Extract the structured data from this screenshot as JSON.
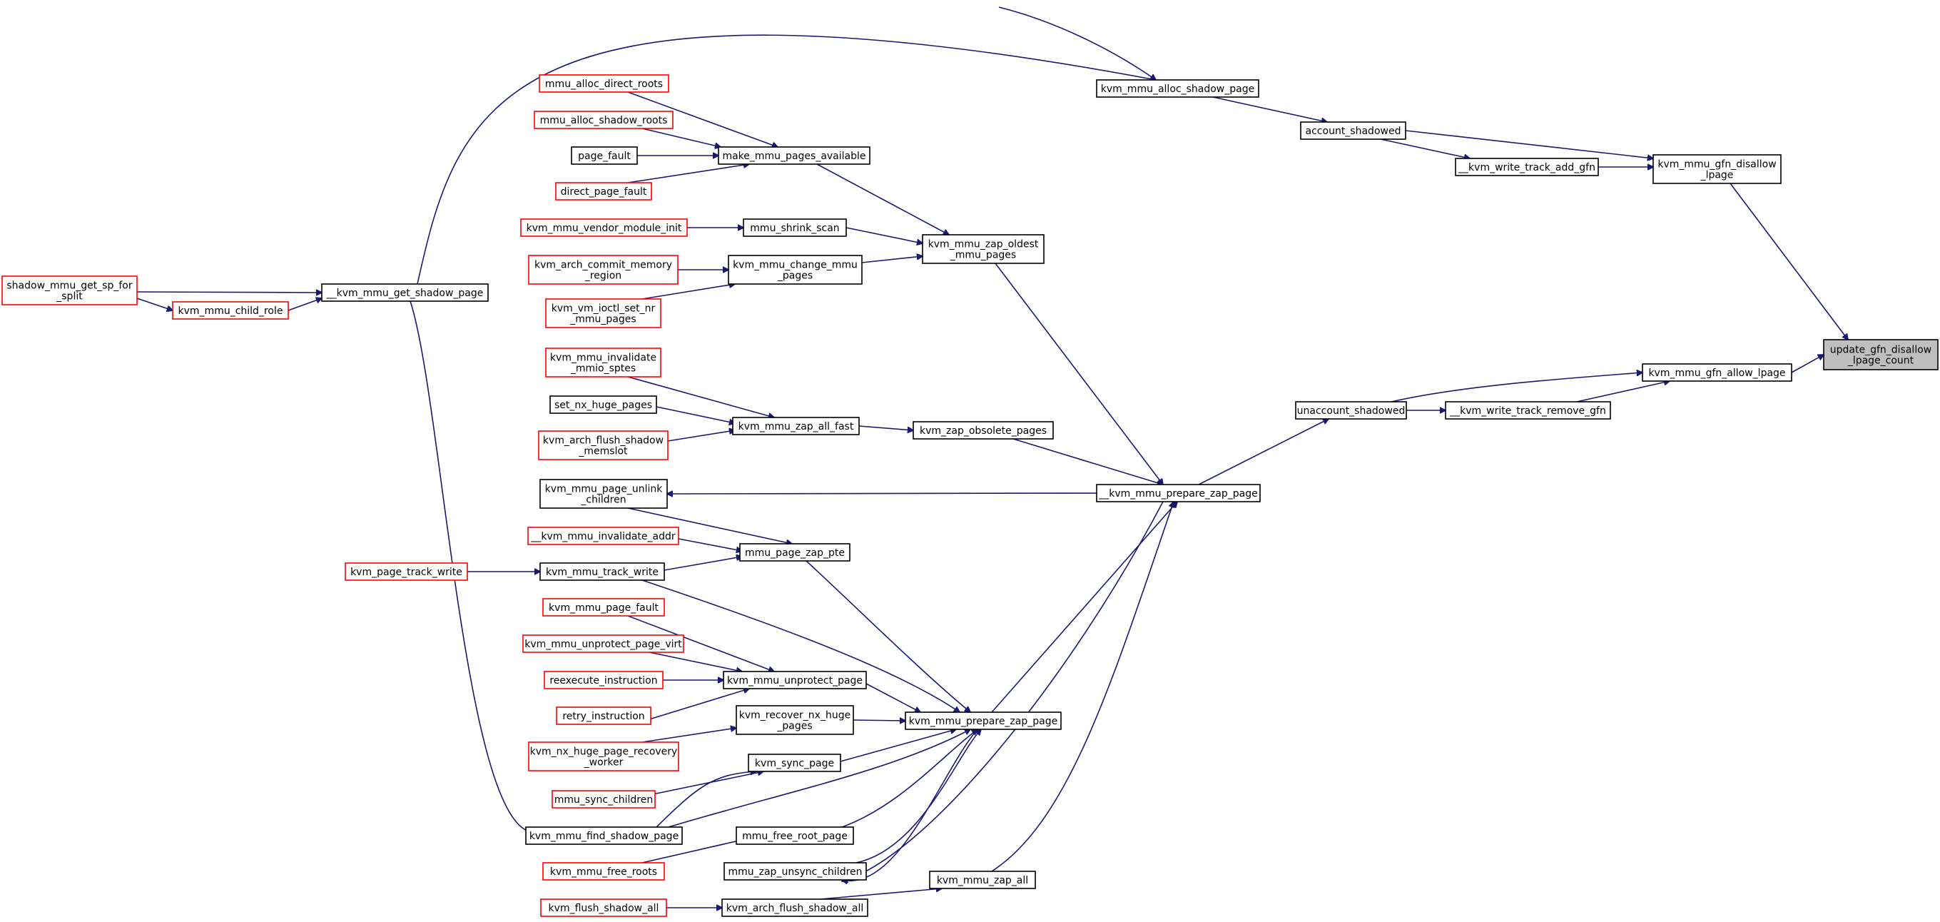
{
  "graph": {
    "kind": "caller graph",
    "colors": {
      "edge": "#191970",
      "truncated_border": "#ff0000",
      "normal_border": "#000000",
      "current_fill": "#bfbfbf"
    },
    "nodes": [
      {
        "id": "update_gfn",
        "lines": [
          "update_gfn_disallow",
          "_lpage_count"
        ],
        "style": "current"
      },
      {
        "id": "disallow_lpage",
        "lines": [
          "kvm_mmu_gfn_disallow",
          "_lpage"
        ],
        "style": "normal"
      },
      {
        "id": "allow_lpage",
        "lines": [
          "kvm_mmu_gfn_allow_lpage"
        ],
        "style": "normal"
      },
      {
        "id": "account_shadowed",
        "lines": [
          "account_shadowed"
        ],
        "style": "normal"
      },
      {
        "id": "write_track_add",
        "lines": [
          "__kvm_write_track_add_gfn"
        ],
        "style": "normal"
      },
      {
        "id": "unaccount_shadowed",
        "lines": [
          "unaccount_shadowed"
        ],
        "style": "normal"
      },
      {
        "id": "write_track_remove",
        "lines": [
          "__kvm_write_track_remove_gfn"
        ],
        "style": "normal"
      },
      {
        "id": "alloc_shadow_page",
        "lines": [
          "kvm_mmu_alloc_shadow_page"
        ],
        "style": "normal"
      },
      {
        "id": "prepare_zap_page_u",
        "lines": [
          "__kvm_mmu_prepare_zap_page"
        ],
        "style": "normal"
      },
      {
        "id": "get_shadow_page_u",
        "lines": [
          "__kvm_mmu_get_shadow_page"
        ],
        "style": "normal"
      },
      {
        "id": "child_role",
        "lines": [
          "kvm_mmu_child_role"
        ],
        "style": "trunc"
      },
      {
        "id": "get_sp_for_split",
        "lines": [
          "shadow_mmu_get_sp_for",
          "_split"
        ],
        "style": "trunc"
      },
      {
        "id": "zap_oldest",
        "lines": [
          "kvm_mmu_zap_oldest",
          "_mmu_pages"
        ],
        "style": "normal"
      },
      {
        "id": "make_mmu_pages_available",
        "lines": [
          "make_mmu_pages_available"
        ],
        "style": "normal"
      },
      {
        "id": "mmu_alloc_direct_roots",
        "lines": [
          "mmu_alloc_direct_roots"
        ],
        "style": "trunc"
      },
      {
        "id": "mmu_alloc_shadow_roots",
        "lines": [
          "mmu_alloc_shadow_roots"
        ],
        "style": "trunc"
      },
      {
        "id": "page_fault",
        "lines": [
          "page_fault"
        ],
        "style": "normal"
      },
      {
        "id": "direct_page_fault",
        "lines": [
          "direct_page_fault"
        ],
        "style": "trunc"
      },
      {
        "id": "mmu_shrink_scan",
        "lines": [
          "mmu_shrink_scan"
        ],
        "style": "normal"
      },
      {
        "id": "vendor_module_init",
        "lines": [
          "kvm_mmu_vendor_module_init"
        ],
        "style": "trunc"
      },
      {
        "id": "change_mmu_pages",
        "lines": [
          "kvm_mmu_change_mmu",
          "_pages"
        ],
        "style": "normal"
      },
      {
        "id": "commit_memory_region",
        "lines": [
          "kvm_arch_commit_memory",
          "_region"
        ],
        "style": "trunc"
      },
      {
        "id": "ioctl_set_nr",
        "lines": [
          "kvm_vm_ioctl_set_nr",
          "_mmu_pages"
        ],
        "style": "trunc"
      },
      {
        "id": "zap_obsolete_pages",
        "lines": [
          "kvm_zap_obsolete_pages"
        ],
        "style": "normal"
      },
      {
        "id": "zap_all_fast",
        "lines": [
          "kvm_mmu_zap_all_fast"
        ],
        "style": "normal"
      },
      {
        "id": "invalidate_mmio",
        "lines": [
          "kvm_mmu_invalidate",
          "_mmio_sptes"
        ],
        "style": "trunc"
      },
      {
        "id": "set_nx_huge_pages",
        "lines": [
          "set_nx_huge_pages"
        ],
        "style": "normal"
      },
      {
        "id": "flush_shadow_memslot",
        "lines": [
          "kvm_arch_flush_shadow",
          "_memslot"
        ],
        "style": "trunc"
      },
      {
        "id": "page_unlink_children",
        "lines": [
          "kvm_mmu_page_unlink",
          "_children"
        ],
        "style": "normal"
      },
      {
        "id": "mmu_page_zap_pte",
        "lines": [
          "mmu_page_zap_pte"
        ],
        "style": "normal"
      },
      {
        "id": "invalidate_addr",
        "lines": [
          "__kvm_mmu_invalidate_addr"
        ],
        "style": "trunc"
      },
      {
        "id": "track_write",
        "lines": [
          "kvm_mmu_track_write"
        ],
        "style": "normal"
      },
      {
        "id": "page_track_write",
        "lines": [
          "kvm_page_track_write"
        ],
        "style": "trunc"
      },
      {
        "id": "prepare_zap_page",
        "lines": [
          "kvm_mmu_prepare_zap_page"
        ],
        "style": "normal"
      },
      {
        "id": "mmu_page_fault",
        "lines": [
          "kvm_mmu_page_fault"
        ],
        "style": "trunc"
      },
      {
        "id": "unprotect_page_virt",
        "lines": [
          "kvm_mmu_unprotect_page_virt"
        ],
        "style": "trunc"
      },
      {
        "id": "unprotect_page",
        "lines": [
          "kvm_mmu_unprotect_page"
        ],
        "style": "normal"
      },
      {
        "id": "reexecute_instruction",
        "lines": [
          "reexecute_instruction"
        ],
        "style": "trunc"
      },
      {
        "id": "retry_instruction",
        "lines": [
          "retry_instruction"
        ],
        "style": "trunc"
      },
      {
        "id": "recover_nx_huge_pages",
        "lines": [
          "kvm_recover_nx_huge",
          "_pages"
        ],
        "style": "normal"
      },
      {
        "id": "nx_recovery_worker",
        "lines": [
          "kvm_nx_huge_page_recovery",
          "_worker"
        ],
        "style": "trunc"
      },
      {
        "id": "sync_page",
        "lines": [
          "kvm_sync_page"
        ],
        "style": "normal"
      },
      {
        "id": "mmu_sync_children",
        "lines": [
          "mmu_sync_children"
        ],
        "style": "trunc"
      },
      {
        "id": "find_shadow_page",
        "lines": [
          "kvm_mmu_find_shadow_page"
        ],
        "style": "normal"
      },
      {
        "id": "mmu_free_root_page",
        "lines": [
          "mmu_free_root_page"
        ],
        "style": "normal"
      },
      {
        "id": "mmu_free_roots",
        "lines": [
          "kvm_mmu_free_roots"
        ],
        "style": "trunc"
      },
      {
        "id": "zap_unsync_children",
        "lines": [
          "mmu_zap_unsync_children"
        ],
        "style": "normal"
      },
      {
        "id": "mmu_zap_all",
        "lines": [
          "kvm_mmu_zap_all"
        ],
        "style": "normal"
      },
      {
        "id": "flush_shadow_all_arch",
        "lines": [
          "kvm_arch_flush_shadow_all"
        ],
        "style": "normal"
      },
      {
        "id": "flush_shadow_all",
        "lines": [
          "kvm_flush_shadow_all"
        ],
        "style": "trunc"
      }
    ]
  }
}
